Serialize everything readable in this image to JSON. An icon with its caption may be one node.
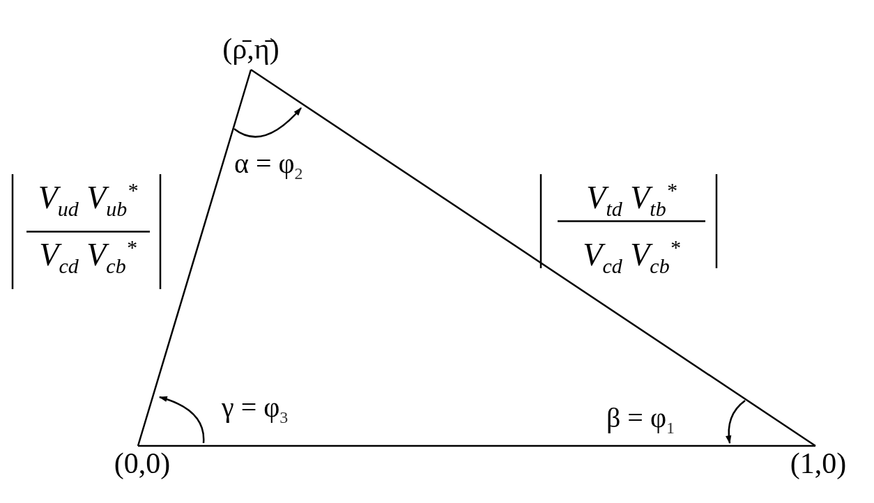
{
  "diagram": {
    "nodes": [
      {
        "text": [
          "(ρ̄,η̄)"
        ]
      },
      {
        "text": [
          "(0,0)"
        ]
      },
      {
        "text": [
          "(1,0)"
        ]
      }
    ],
    "edges": [
      {
        "from": 1,
        "to": 0,
        "arrow": "none"
      },
      {
        "from": 0,
        "to": 2,
        "arrow": "none"
      },
      {
        "from": 1,
        "to": 2,
        "arrow": "none"
      }
    ],
    "labels": [
      "V$_{ud}$ V$_{ub}$$^{*}$",
      "V$_{cd}$ V$_{cb}$$^{*}$",
      "α = φ$_{2}$",
      "V$_{td}$ V$_{tb}$$^{*}$",
      "V$_{cd}$ V$_{cb}$$^{*}$",
      "γ = φ$_{3}$",
      "β = φ$_{1}$"
    ]
  }
}
